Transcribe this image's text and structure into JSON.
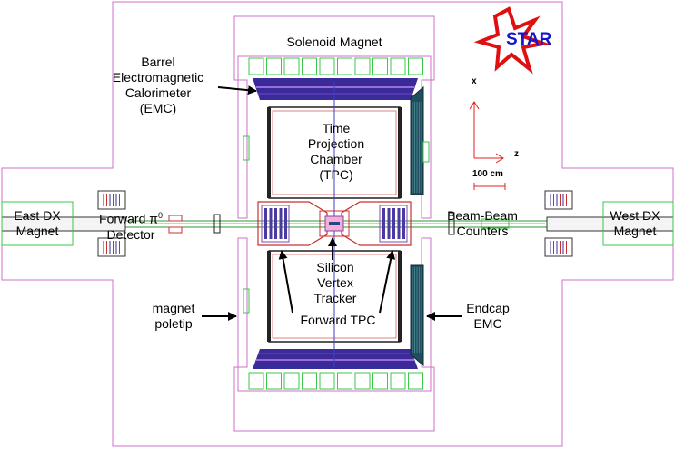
{
  "logo": {
    "text": "STAR",
    "star_color": "#e01010",
    "text_color": "#1616c8"
  },
  "labels": {
    "solenoid_magnet": "Solenoid Magnet",
    "barrel_emc": [
      "Barrel",
      "Electromagnetic",
      "Calorimeter",
      "(EMC)"
    ],
    "tpc": [
      "Time",
      "Projection",
      "Chamber",
      "(TPC)"
    ],
    "east_dx": [
      "East DX",
      "Magnet"
    ],
    "forward_pi0": [
      "Forward π",
      "Detector"
    ],
    "forward_pi0_sup": "0",
    "beam_beam": [
      "Beam-Beam",
      "Counters"
    ],
    "west_dx": [
      "West DX",
      "Magnet"
    ],
    "svt": [
      "Silicon",
      "Vertex",
      "Tracker"
    ],
    "forward_tpc": "Forward TPC",
    "magnet_poletip": [
      "magnet",
      "poletip"
    ],
    "endcap_emc": [
      "Endcap",
      "EMC"
    ]
  },
  "axes": {
    "x_label": "x",
    "z_label": "z",
    "scale_label": "100 cm"
  },
  "colors": {
    "outline": "#d070c8",
    "coil": "#39c84a",
    "barrel": "#3a2a9a",
    "barrel_accent": "#9b6bd6",
    "tpc": "#202020",
    "beam": "#2a9a2a",
    "axis": "#e02020",
    "endcap": "#204a5a",
    "fuzz": "#6a6ad0"
  }
}
